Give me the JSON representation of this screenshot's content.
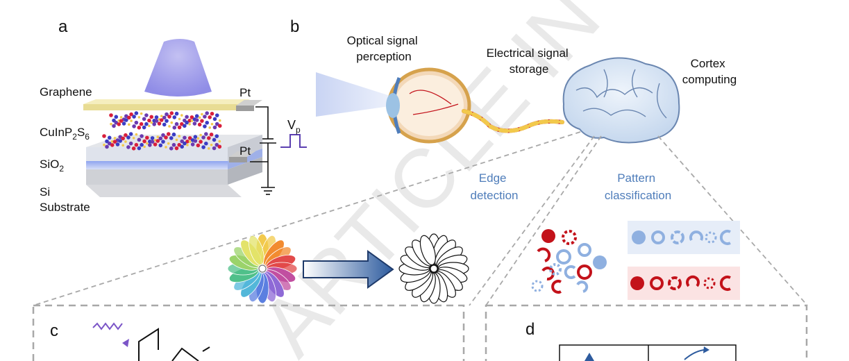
{
  "panels": {
    "a": "a",
    "b": "b",
    "c": "c",
    "d": "d"
  },
  "device": {
    "graphene": "Graphene",
    "cips_base": "CuInP",
    "cips_sub1": "2",
    "cips_mid": "S",
    "cips_sub2": "6",
    "sio2_base": "SiO",
    "sio2_sub": "2",
    "si": "Si",
    "substrate": "Substrate",
    "pt_top": "Pt",
    "pt_bottom": "Pt",
    "vp_base": "V",
    "vp_sub": "p"
  },
  "pathway": {
    "optical_line1": "Optical signal",
    "optical_line2": "perception",
    "electrical_line1": "Electrical signal",
    "electrical_line2": "storage",
    "cortex_line1": "Cortex",
    "cortex_line2": "computing"
  },
  "tasks": {
    "edge_line1": "Edge",
    "edge_line2": "detection",
    "pattern_line1": "Pattern",
    "pattern_line2": "classification"
  },
  "watermark": "ARTICLE IN PRESS",
  "colors": {
    "accent_blue": "#4f7dba",
    "accent_red": "#c3121a",
    "light_blue": "#8fb0e0",
    "arrow_dark": "#1e3a6a"
  }
}
